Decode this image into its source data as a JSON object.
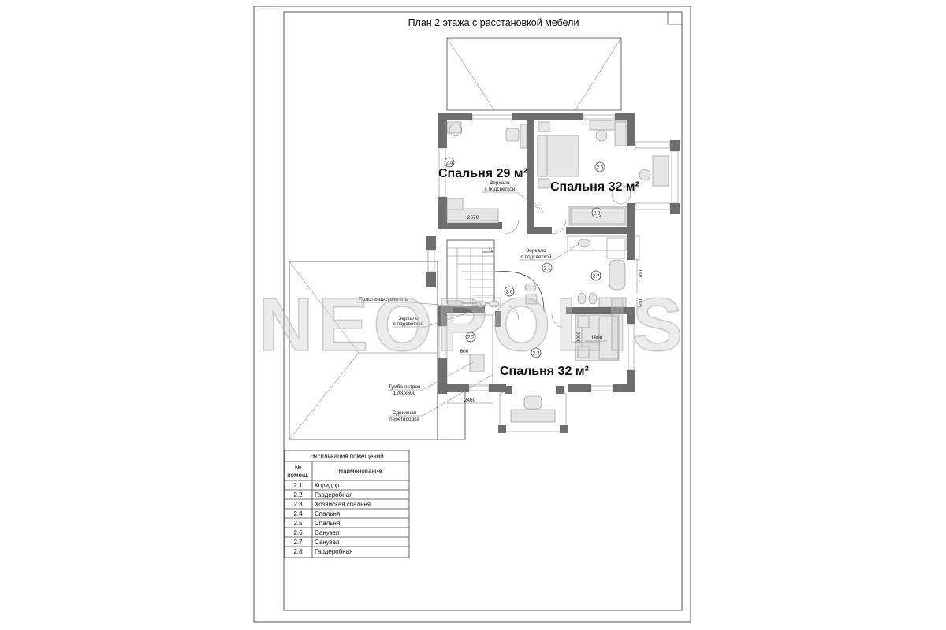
{
  "title": "План 2 этажа с расстановкой мебели",
  "rooms": {
    "r21": {
      "num": "2.1"
    },
    "r22": {
      "num": "2.2"
    },
    "r23": {
      "num": "2.3",
      "label": "Спальня 32 м²"
    },
    "r24": {
      "num": "2.4",
      "label": "Спальня 29 м²"
    },
    "r25": {
      "num": "2.5",
      "label": "Спальня 32 м²"
    },
    "r26": {
      "num": "2.6"
    },
    "r27": {
      "num": "2.7"
    },
    "r28": {
      "num": "2.8"
    }
  },
  "notes": {
    "mirror1_l1": "Зеркало",
    "mirror1_l2": "с подсветкой",
    "mirror2_l1": "Зеркало",
    "mirror2_l2": "с подсветкой",
    "mirror3_l1": "Зеркало",
    "mirror3_l2": "с подсветкой",
    "towel": "Полотенцесушитель",
    "island_l1": "Тумба-остров",
    "island_l2": "1200х600",
    "partition_l1": "Сдвижная",
    "partition_l2": "перегородка"
  },
  "dims": {
    "d2670": "2670",
    "d600": "600",
    "d2460": "2460",
    "d1700": "1700",
    "d500": "500",
    "d2000": "2000",
    "d1800": "1800"
  },
  "watermark": "NEOPOLIS",
  "explication": {
    "title": "Экспликация помещений",
    "col_num_l1": "№",
    "col_num_l2": "помещ.",
    "col_name": "Наименование",
    "rows": [
      {
        "num": "2.1",
        "name": "Коридор"
      },
      {
        "num": "2.2",
        "name": "Гардеробная"
      },
      {
        "num": "2.3",
        "name": "Хозяйская спальня"
      },
      {
        "num": "2.4",
        "name": "Спальня"
      },
      {
        "num": "2.5",
        "name": "Спальня"
      },
      {
        "num": "2.6",
        "name": "Санузел"
      },
      {
        "num": "2.7",
        "name": "Санузел"
      },
      {
        "num": "2.8",
        "name": "Гардеробная"
      }
    ]
  }
}
